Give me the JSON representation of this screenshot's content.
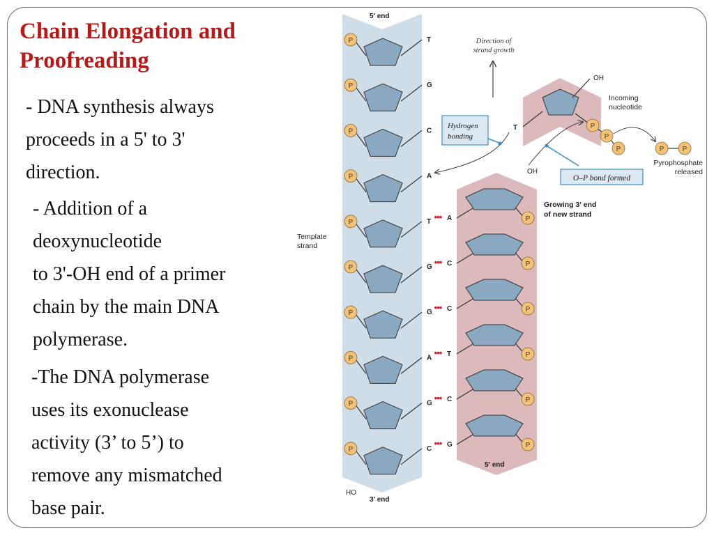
{
  "slide": {
    "title_lines": [
      "Chain Elongation and",
      "Proofreading"
    ],
    "para1_lines": [
      "- DNA synthesis always",
      "proceeds in a 5' to 3'",
      "direction."
    ],
    "para2_lines": [
      "- Addition of a",
      "deoxynucleotide",
      "to 3'-OH end of a primer",
      "chain by the main DNA",
      "polymerase."
    ],
    "para3_lines": [
      "-The DNA polymerase",
      "uses its exonuclease",
      "activity (3’ to 5’) to",
      "remove any mismatched",
      "base pair."
    ]
  },
  "diagram": {
    "template_top_label": "5′ end",
    "template_bottom_label": "3′ end",
    "ho_label": "HO",
    "template_strand_label": [
      "Template",
      "strand"
    ],
    "phosphate_label": "P",
    "template_bases": [
      "T",
      "G",
      "C",
      "A",
      "T",
      "G",
      "G",
      "A",
      "G",
      "C"
    ],
    "paired_bases": [
      "A",
      "C",
      "C",
      "T",
      "C",
      "G"
    ],
    "direction_label": [
      "Direction of",
      "strand growth"
    ],
    "oh_label": "OH",
    "incoming_base": "T",
    "incoming_label": [
      "Incoming",
      "nucleotide"
    ],
    "hydrogen_bonding_label": [
      "Hydrogen",
      "bonding"
    ],
    "pyrophosphate_label": [
      "Pyrophosphate",
      "released"
    ],
    "op_bond_label": "O–P bond formed",
    "growing_end_label": [
      "Growing 3′ end",
      "of new strand"
    ],
    "new_strand_bottom_label": "5′ end",
    "colors": {
      "template_strand": "#cfdde8",
      "new_strand": "#dcb9bb",
      "sugar": "#8aa9c0",
      "phosphate": "#f2c27a",
      "pair_dots": "#d2222e",
      "title": "#b31b1b",
      "label_box": "#dbe8f2",
      "label_box_border": "#3d8fc6"
    }
  }
}
